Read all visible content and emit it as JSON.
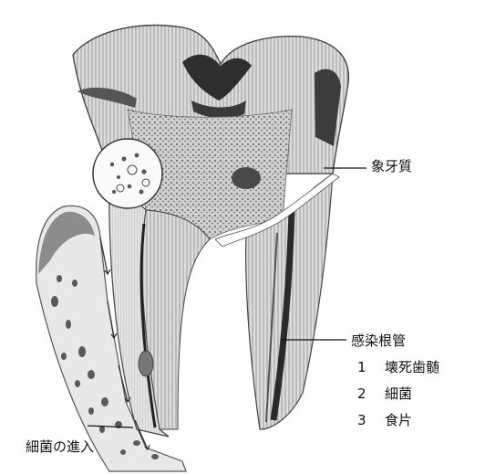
{
  "labels": {
    "dentin": "象牙質",
    "infected_canal": "感染根管",
    "bacterial_entry": "細菌の進入"
  },
  "legend": [
    {
      "num": "1",
      "text": "壊死歯髄"
    },
    {
      "num": "2",
      "text": "細菌"
    },
    {
      "num": "3",
      "text": "食片"
    }
  ]
}
